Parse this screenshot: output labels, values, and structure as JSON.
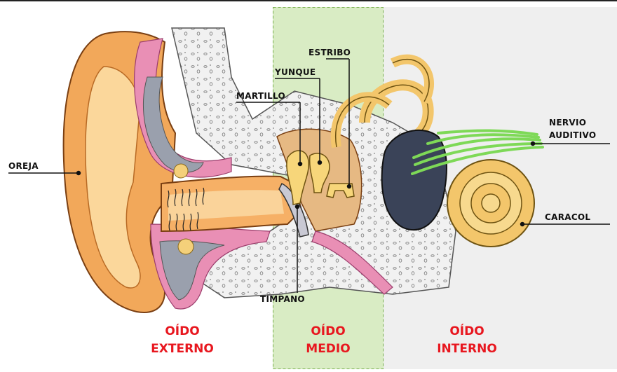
{
  "labels": {
    "oreja": "OREJA",
    "estribo": "ESTRIBO",
    "yunque": "YUNQUE",
    "martillo": "MARTILLO",
    "nervio_line1": "NERVIO",
    "nervio_line2": "AUDITIVO",
    "caracol": "CARACOL",
    "timpano": "TIMPANO"
  },
  "regions": {
    "externo": {
      "line1": "OÍDO",
      "line2": "EXTERNO"
    },
    "medio": {
      "line1": "OÍDO",
      "line2": "MEDIO"
    },
    "interno": {
      "line1": "OÍDO",
      "line2": "INTERNO"
    }
  },
  "colors": {
    "middle_ear_zone": "#d9ecc4",
    "inner_ear_zone": "#efefef",
    "region_text": "#e8171f",
    "skin": "#f2a85a",
    "cartilage_pink": "#e98fb5",
    "bone_texture": "#eeeeee",
    "nerve_green": "#7ed957",
    "cochlea": "#f3c66b",
    "vestibule_dark": "#3a4358"
  }
}
